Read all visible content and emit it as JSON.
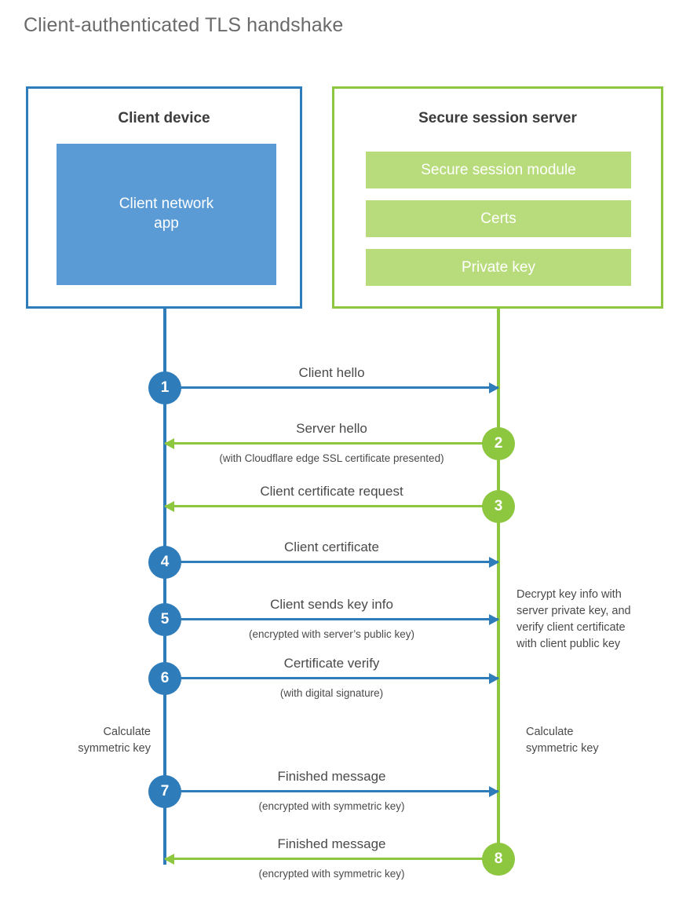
{
  "title": "Client-authenticated TLS handshake",
  "colors": {
    "client_accent": "#2f7cbb",
    "client_fill": "#5b9bd5",
    "server_accent": "#8dc63f",
    "server_fill": "#b8dc7c",
    "text": "#4a4a4a"
  },
  "client": {
    "title": "Client device",
    "app_label": "Client network\napp"
  },
  "server": {
    "title": "Secure session server",
    "bars": [
      {
        "label": "Secure session module"
      },
      {
        "label": "Certs"
      },
      {
        "label": "Private key"
      }
    ]
  },
  "steps": [
    {
      "number": "1",
      "direction": "to-server",
      "label": "Client hello",
      "sublabel": ""
    },
    {
      "number": "2",
      "direction": "to-client",
      "label": "Server hello",
      "sublabel": "(with Cloudflare edge SSL certificate presented)"
    },
    {
      "number": "3",
      "direction": "to-client",
      "label": "Client certificate request",
      "sublabel": ""
    },
    {
      "number": "4",
      "direction": "to-server",
      "label": "Client certificate",
      "sublabel": ""
    },
    {
      "number": "5",
      "direction": "to-server",
      "label": "Client sends key info",
      "sublabel": "(encrypted with server’s public key)"
    },
    {
      "number": "6",
      "direction": "to-server",
      "label": "Certificate verify",
      "sublabel": "(with digital signature)"
    },
    {
      "number": "7",
      "direction": "to-server",
      "label": "Finished message",
      "sublabel": "(encrypted with symmetric key)"
    },
    {
      "number": "8",
      "direction": "to-client",
      "label": "Finished message",
      "sublabel": "(encrypted with symmetric key)"
    }
  ],
  "notes": {
    "server_decrypt": "Decrypt key info with\nserver private key, and\nverify client certificate\nwith client public key",
    "client_symmetric": "Calculate\nsymmetric key",
    "server_symmetric": "Calculate\nsymmetric key"
  }
}
